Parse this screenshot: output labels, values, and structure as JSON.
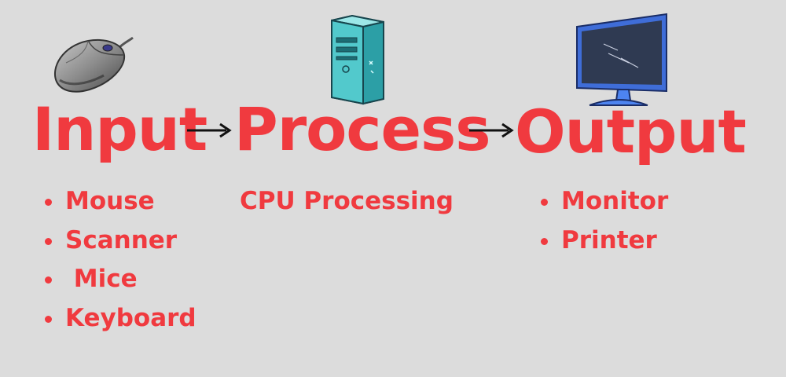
{
  "colors": {
    "background": "#dcdcdc",
    "accent": "#f03a3f",
    "arrow": "#111111"
  },
  "stages": {
    "input": {
      "title": "Input",
      "icon": "mouse-icon",
      "items": [
        "Mouse",
        "Scanner",
        " Mice",
        "Keyboard"
      ]
    },
    "process": {
      "title": "Process",
      "icon": "cpu-tower-icon",
      "caption": "CPU Processing"
    },
    "output": {
      "title": "Output",
      "icon": "monitor-icon",
      "items": [
        "Monitor",
        "Printer"
      ]
    }
  }
}
